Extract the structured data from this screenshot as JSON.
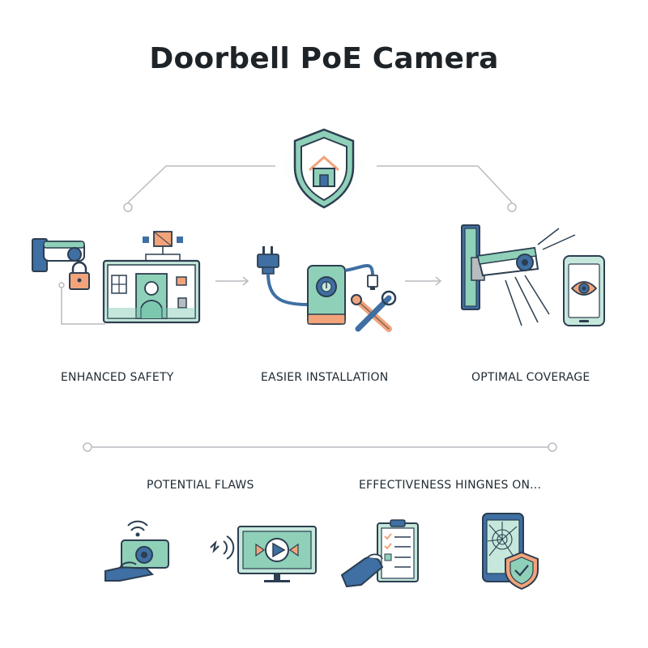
{
  "title": "Doorbell PoE Camera",
  "benefits": [
    {
      "label": "ENHANCED SAFETY",
      "icon": "home-security-icon"
    },
    {
      "label": "EASIER INSTALLATION",
      "icon": "poe-plug-icon"
    },
    {
      "label": "OPTIMAL COVERAGE",
      "icon": "wide-angle-camera-icon"
    }
  ],
  "sections": {
    "flaws_label": "POTENTIAL FLAWS",
    "effectiveness_label": "EFFECTIVENESS HINGNES ON..."
  },
  "colors": {
    "teal": "#7cc8b0",
    "blue": "#3f6fa3",
    "peach": "#f2a37a",
    "outline": "#2c3e50",
    "connector": "#b8bcc0"
  },
  "icons": {
    "top": "shield-house-icon",
    "bottom": [
      "wifi-camera-hand-icon",
      "video-monitor-icon",
      "checklist-clipboard-icon",
      "cracked-phone-shield-icon"
    ]
  }
}
